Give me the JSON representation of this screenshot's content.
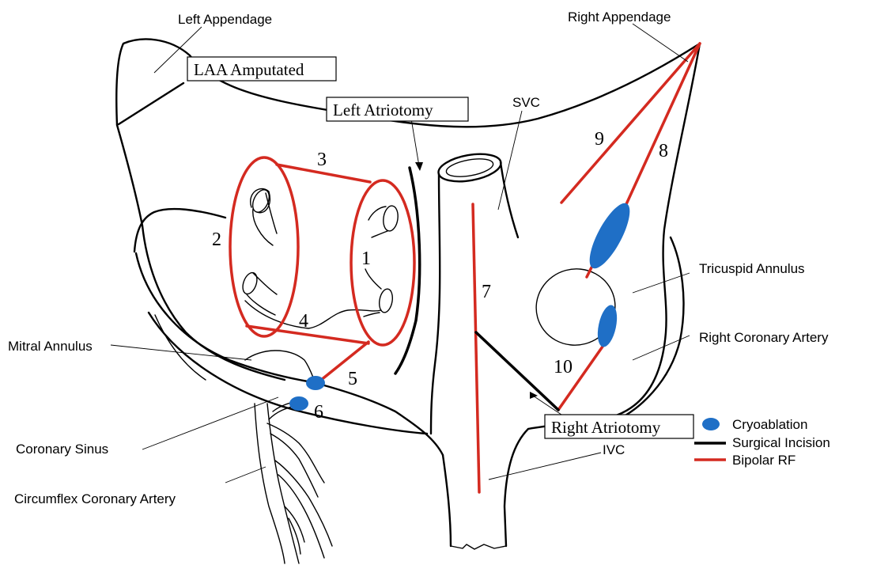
{
  "colors": {
    "bipolar_rf": "#d42a20",
    "cryoablation": "#1f6fc6",
    "incision": "#000000"
  },
  "labels": {
    "left_appendage": "Left Appendage",
    "right_appendage": "Right Appendage",
    "laa_amputated": "LAA Amputated",
    "left_atriotomy": "Left Atriotomy",
    "svc": "SVC",
    "tricuspid_annulus": "Tricuspid Annulus",
    "right_coronary_artery": "Right Coronary Artery",
    "mitral_annulus": "Mitral Annulus",
    "coronary_sinus": "Coronary Sinus",
    "circumflex_coronary_artery": "Circumflex Coronary Artery",
    "ivc": "IVC",
    "right_atriotomy": "Right Atriotomy"
  },
  "lesions": {
    "n1": "1",
    "n2": "2",
    "n3": "3",
    "n4": "4",
    "n5": "5",
    "n6": "6",
    "n7": "7",
    "n8": "8",
    "n9": "9",
    "n10": "10"
  },
  "legend": {
    "cryoablation": "Cryoablation",
    "surgical_incision": "Surgical Incision",
    "bipolar_rf": "Bipolar RF"
  }
}
